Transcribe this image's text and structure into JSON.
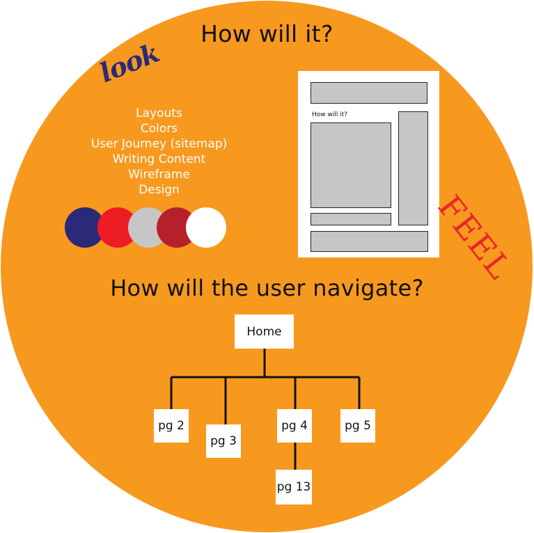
{
  "title": "How will it?",
  "look_label": "look",
  "feel_label": "FEEL",
  "look_items": [
    "Layouts",
    "Colors",
    "User Journey (sitemap)",
    "Writing Content",
    "Wireframe",
    "Design"
  ],
  "palette": [
    "#2b2a78",
    "#ed1c24",
    "#c6c6c6",
    "#b5202a",
    "#ffffff"
  ],
  "wireframe": {
    "heading": "How will it?"
  },
  "navigation": {
    "title": "How will the user navigate?",
    "root": "Home",
    "children": [
      "pg 2",
      "pg 3",
      "pg 4",
      "pg 5"
    ],
    "grandchild": "pg 13"
  },
  "colors": {
    "background_circle": "#f7991f",
    "look_text": "#2b2a78",
    "feel_text": "#e8262b",
    "wireframe_block": "#c6c6c6"
  }
}
